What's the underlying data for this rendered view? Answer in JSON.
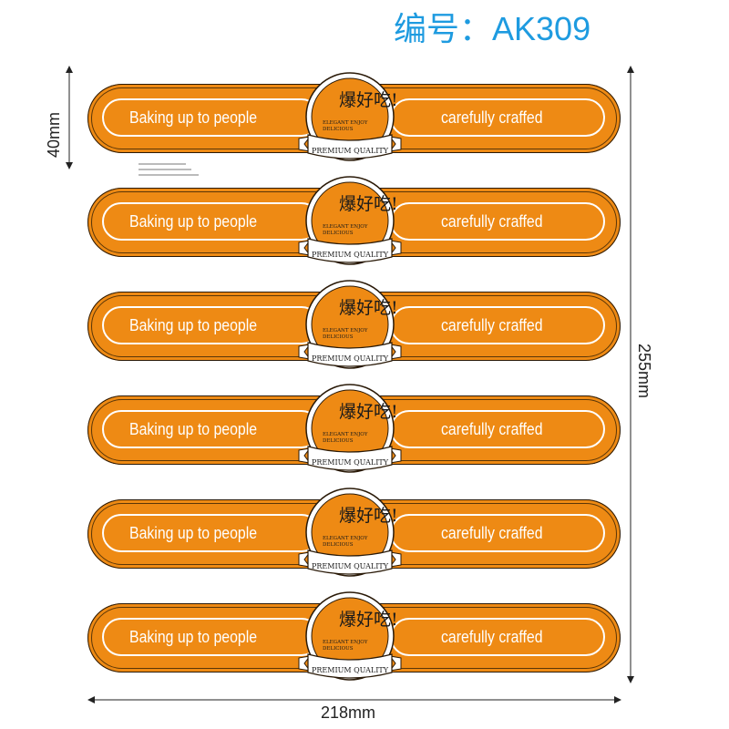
{
  "header": {
    "code": "编号：AK309"
  },
  "label": {
    "left_text": "Baking up to people",
    "right_text": "carefully craffed",
    "badge_title": "爆好吃!",
    "badge_line1": "ELEGANT ENJOY",
    "badge_line2": "DELICIOUS",
    "ribbon_text": "PREMIUM QUALITY"
  },
  "strips": [
    {
      "index": 1
    },
    {
      "index": 2
    },
    {
      "index": 3
    },
    {
      "index": 4
    },
    {
      "index": 5
    },
    {
      "index": 6
    }
  ],
  "dimensions": {
    "height": "40mm",
    "total_height": "255mm",
    "width": "218mm"
  },
  "colors": {
    "title": "#1e9be0",
    "label_orange": "#ee8a14",
    "badge_bg": "#ffffff"
  }
}
